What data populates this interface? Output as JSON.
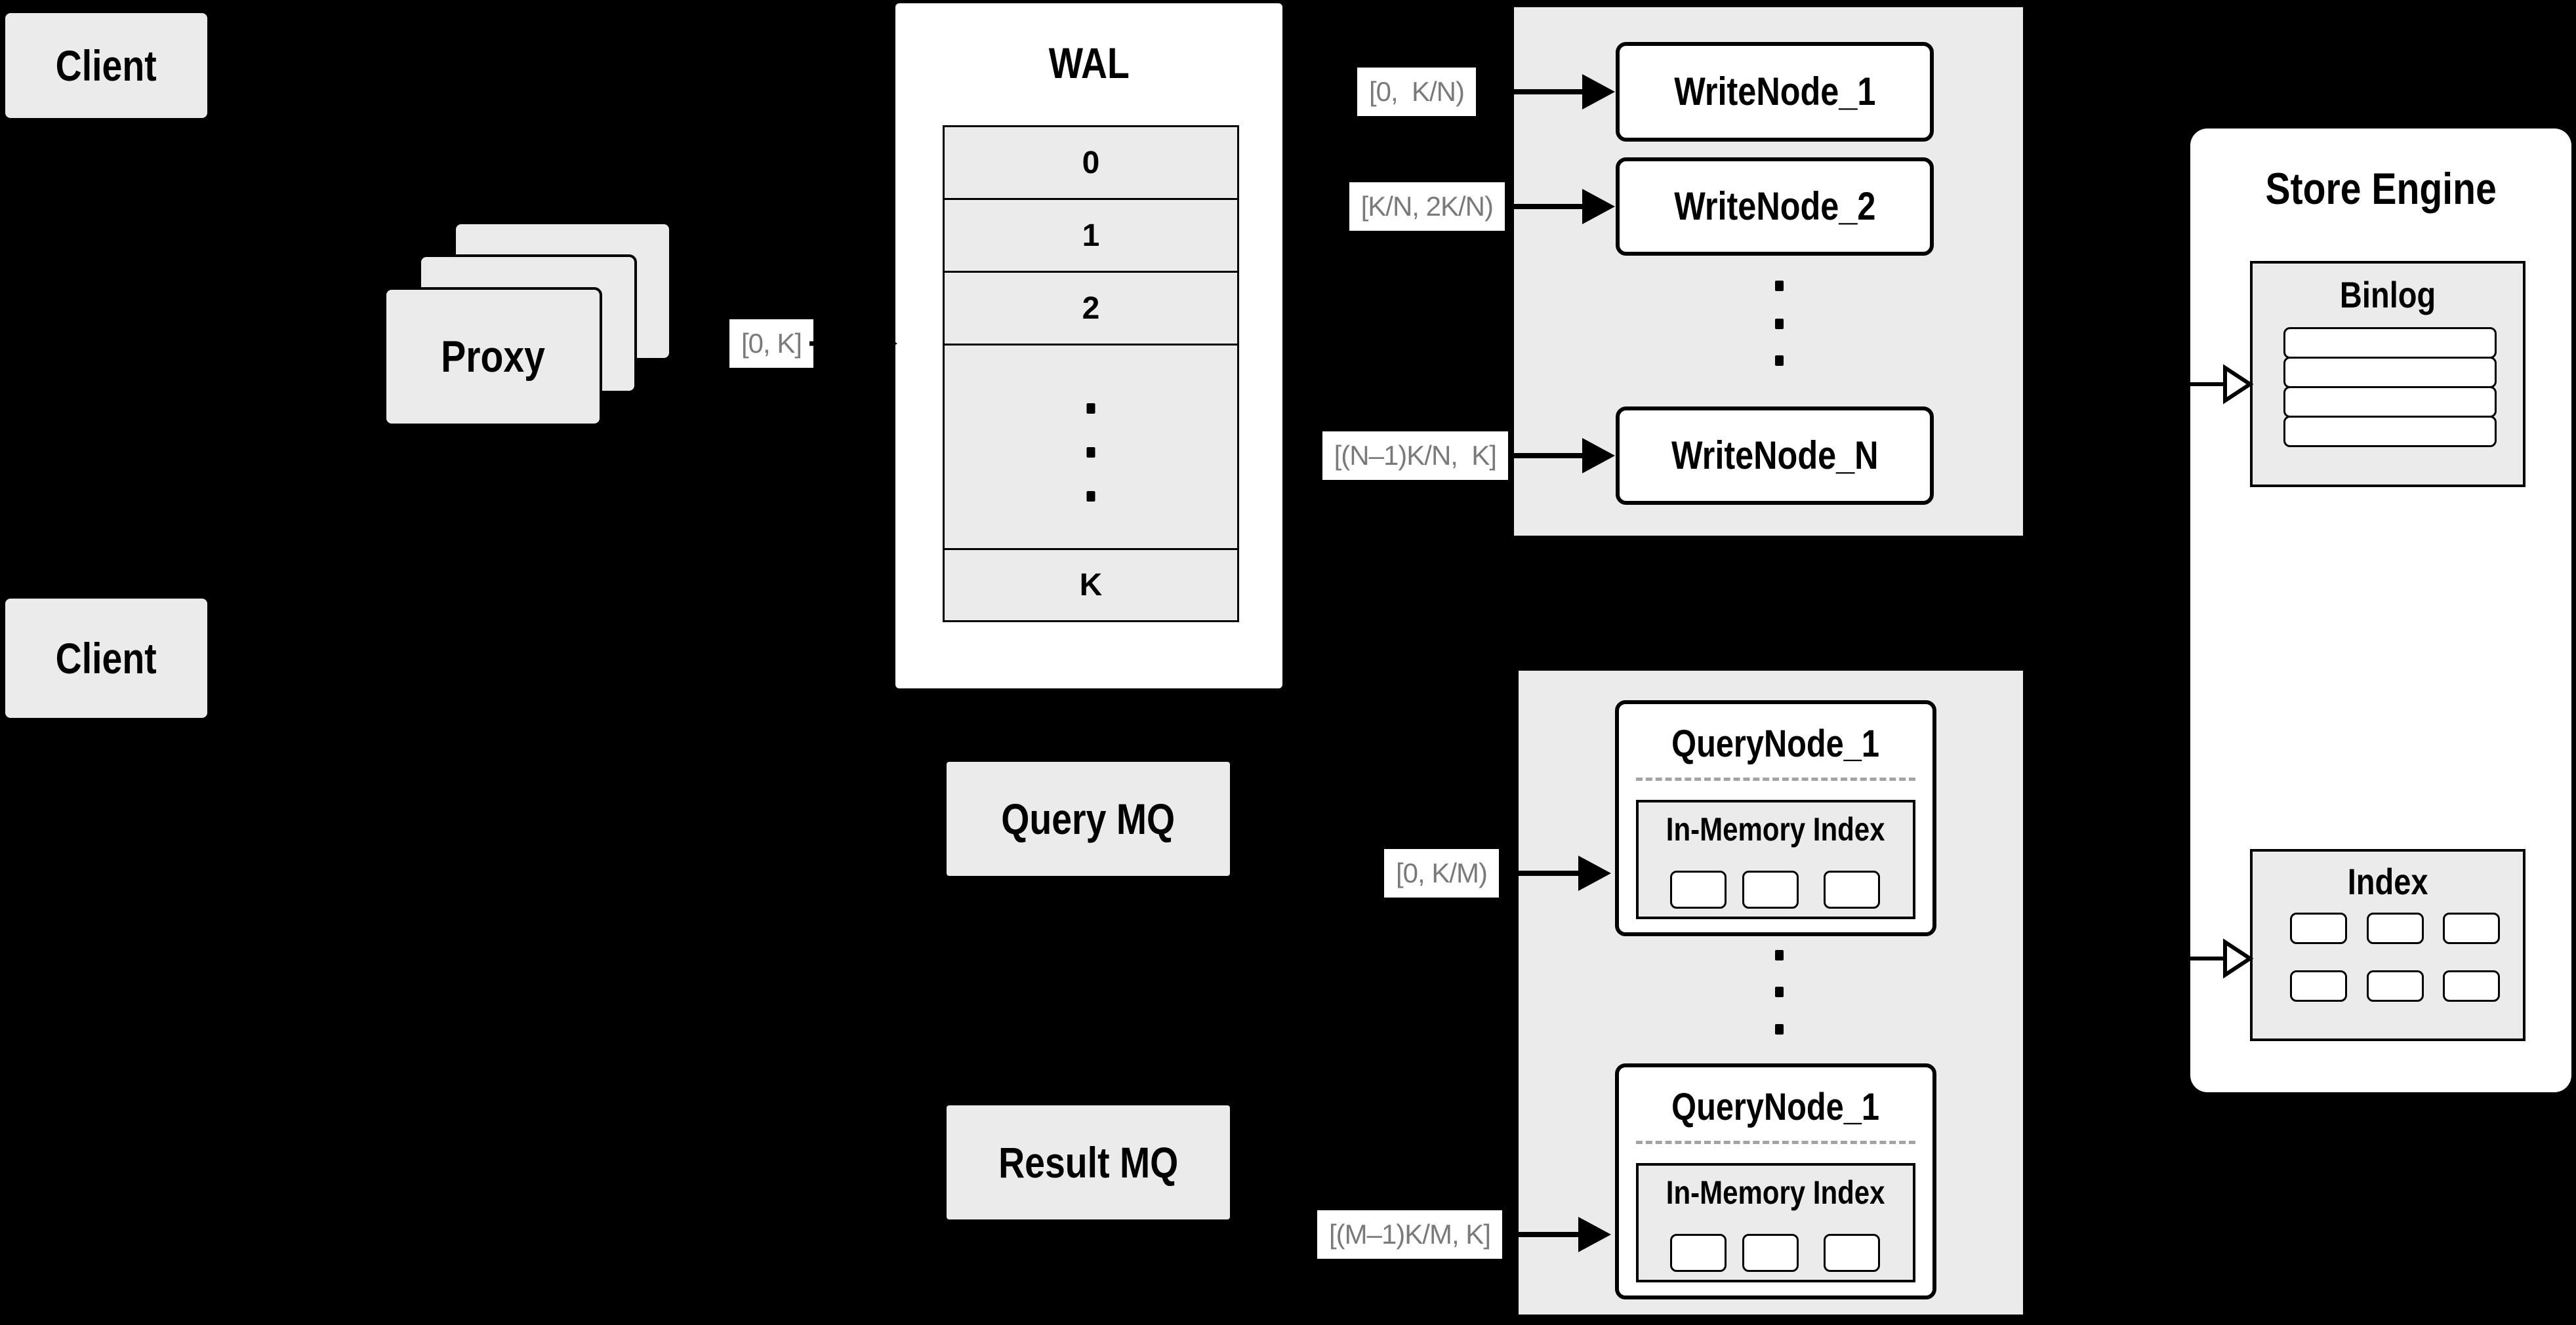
{
  "colors": {
    "background": "#000000",
    "panel_gray": "#ebebeb",
    "box_white": "#ffffff",
    "line_black": "#000000",
    "range_label_text": "#7a7a7a",
    "dashed_divider": "#a3a3a3"
  },
  "clients": {
    "top": "Client",
    "bottom": "Client"
  },
  "proxy": {
    "label": "Proxy"
  },
  "wal": {
    "title": "WAL",
    "rows": [
      "0",
      "1",
      "2",
      "K"
    ]
  },
  "range_labels": {
    "proxy_wal": "[0, K]",
    "write_1": "[0,  K/N)",
    "write_2": "[K/N, 2K/N)",
    "write_n": "[(N–1)K/N,  K]",
    "query_1": "[0, K/M)",
    "query_m": "[(M–1)K/M, K]"
  },
  "write_nodes": {
    "n1": "WriteNode_1",
    "n2": "WriteNode_2",
    "nN": "WriteNode_N"
  },
  "store_engine": {
    "title": "Store Engine",
    "binlog": "Binlog",
    "index": "Index"
  },
  "mq": {
    "query": "Query MQ",
    "result": "Result MQ"
  },
  "query_nodes": {
    "top": {
      "title": "QueryNode_1",
      "subtitle": "In-Memory Index"
    },
    "bottom": {
      "title": "QueryNode_1",
      "subtitle": "In-Memory Index"
    }
  }
}
